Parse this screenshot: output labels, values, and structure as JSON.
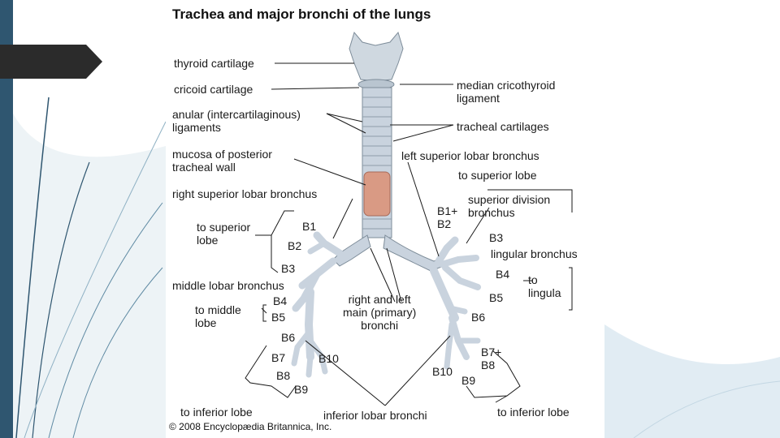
{
  "title": "Trachea and major bronchi of the lungs",
  "copyright": "© 2008 Encyclopædia Britannica, Inc.",
  "labels": {
    "thyroid_cartilage": "thyroid cartilage",
    "cricoid_cartilage": "cricoid cartilage",
    "anular_ligaments": "anular (intercartilaginous)\nligaments",
    "mucosa": "mucosa of posterior\ntracheal wall",
    "right_superior_lobar": "right superior lobar bronchus",
    "to_superior_lobe_right": "to superior\nlobe",
    "middle_lobar": "middle lobar bronchus",
    "to_middle_lobe": "to middle\nlobe",
    "to_inferior_lobe_right": "to inferior lobe",
    "median_cricothyroid": "median cricothyroid\nligament",
    "tracheal_cartilages": "tracheal cartilages",
    "left_superior_lobar": "left superior lobar bronchus",
    "to_superior_lobe_left": "to superior lobe",
    "superior_division": "superior division\nbronchus",
    "lingular_bronchus": "lingular bronchus",
    "to_lingula": "to\nlingula",
    "right_left_main": "right and left\nmain (primary)\nbronchi",
    "inferior_lobar": "inferior lobar bronchi",
    "to_inferior_lobe_left": "to inferior lobe"
  },
  "segments": {
    "r_b1": "B1",
    "r_b2": "B2",
    "r_b3": "B3",
    "r_b4": "B4",
    "r_b5": "B5",
    "r_b6": "B6",
    "r_b7": "B7",
    "r_b8": "B8",
    "r_b9": "B9",
    "r_b10": "B10",
    "l_b1b2": "B1+\nB2",
    "l_b3": "B3",
    "l_b4": "B4",
    "l_b5": "B5",
    "l_b6": "B6",
    "l_b7b8": "B7+\nB8",
    "l_b9": "B9",
    "l_b10": "B10"
  },
  "colors": {
    "slide_bar": "#2f5670",
    "arrow_tab": "#2b2b2b",
    "airway": "#c9d3de",
    "mucosa": "#d99a84"
  }
}
